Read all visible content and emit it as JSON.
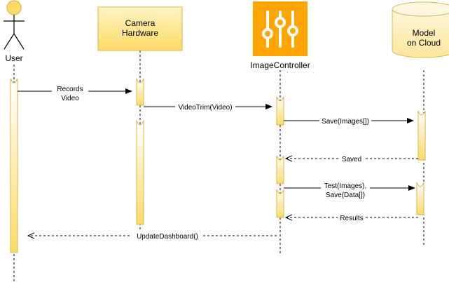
{
  "participants": {
    "user": {
      "label": "User"
    },
    "camera": {
      "line1": "Camera",
      "line2": "Hardware"
    },
    "controller": {
      "label": "ImageController",
      "icon": "sliders-icon"
    },
    "model": {
      "line1": "Model",
      "line2": "on Cloud",
      "icon": "database-cylinder-icon"
    }
  },
  "messages": {
    "records": {
      "line1": "Records",
      "line2": "Video"
    },
    "videotrim": "VideoTrim(Video)",
    "save": "Save(Images[])",
    "saved": "Saved",
    "test": {
      "line1": "Test(Images),",
      "line2": "Save(Data[])"
    },
    "results": "Results",
    "update": "UpdateDashboard()"
  },
  "colors": {
    "box_fill": "#FFE17A",
    "box_stroke": "#D6B656",
    "activation_stroke": "#D6B656",
    "controller_fill": "#FFA500",
    "cylinder_fill": "#FFF2CC"
  }
}
